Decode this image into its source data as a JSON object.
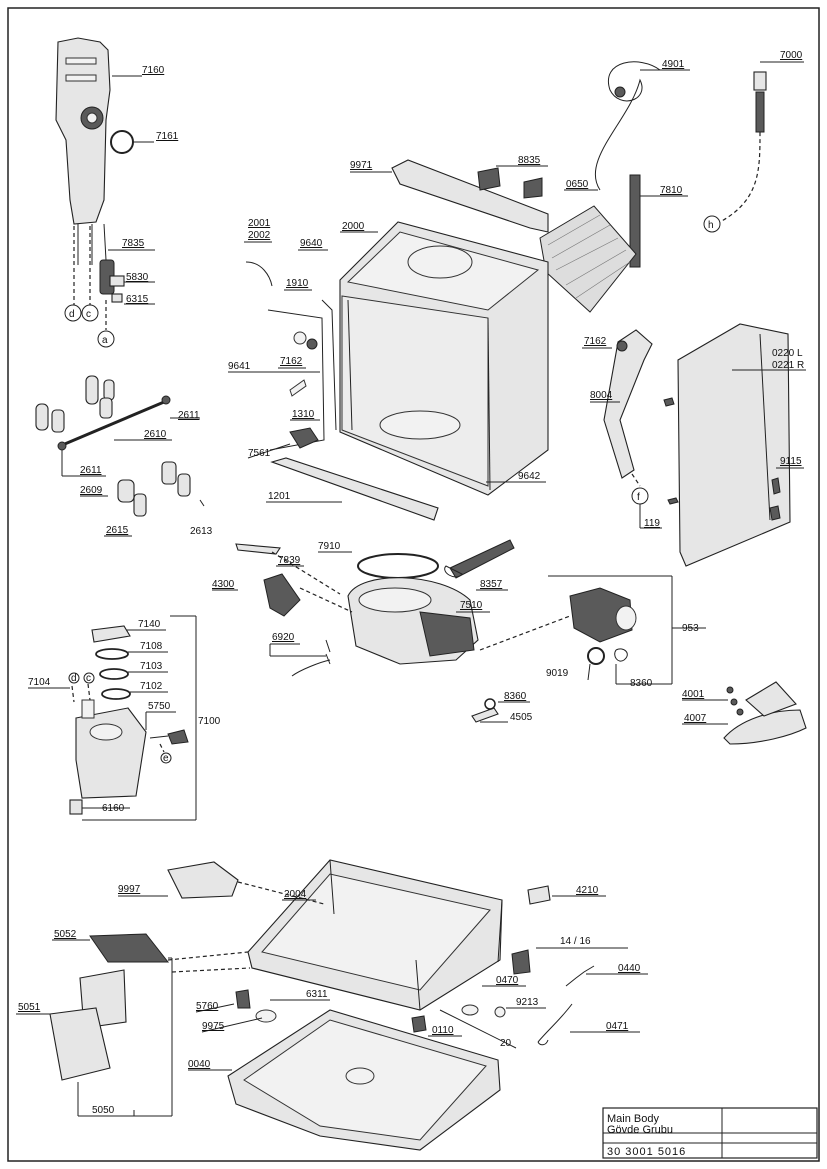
{
  "title_block": {
    "line1": "Main Body",
    "line2": "Gövde Grubu",
    "code": "30 3001 5016"
  },
  "parts": [
    {
      "id": "p7160",
      "text": "7160",
      "ul": true
    },
    {
      "id": "p7161",
      "text": "7161",
      "ul": true
    },
    {
      "id": "p7835",
      "text": "7835",
      "ul": true
    },
    {
      "id": "p5830",
      "text": "5830",
      "ul": true
    },
    {
      "id": "p6315",
      "text": "6315",
      "ul": true
    },
    {
      "id": "c_d1",
      "text": "d",
      "ul": false
    },
    {
      "id": "c_c1",
      "text": "c",
      "ul": false
    },
    {
      "id": "c_a1",
      "text": "a",
      "ul": false
    },
    {
      "id": "p4901",
      "text": "4901",
      "ul": true
    },
    {
      "id": "p7000",
      "text": "7000",
      "ul": true
    },
    {
      "id": "p7810",
      "text": "7810",
      "ul": true
    },
    {
      "id": "c_h",
      "text": "h",
      "ul": false
    },
    {
      "id": "p9971",
      "text": "9971",
      "ul": true
    },
    {
      "id": "p8835",
      "text": "8835",
      "ul": true
    },
    {
      "id": "p0650",
      "text": "0650",
      "ul": true
    },
    {
      "id": "p2000",
      "text": "2000",
      "ul": true
    },
    {
      "id": "p2001",
      "text": "2001",
      "ul": true
    },
    {
      "id": "p2002",
      "text": "2002",
      "ul": true
    },
    {
      "id": "p9640",
      "text": "9640",
      "ul": true
    },
    {
      "id": "p1910",
      "text": "1910",
      "ul": true
    },
    {
      "id": "p9641",
      "text": "9641",
      "ul": false
    },
    {
      "id": "p7162a",
      "text": "7162",
      "ul": true
    },
    {
      "id": "p1310",
      "text": "1310",
      "ul": true
    },
    {
      "id": "p7561",
      "text": "7561",
      "ul": false
    },
    {
      "id": "p1201",
      "text": "1201",
      "ul": false
    },
    {
      "id": "p9642",
      "text": "9642",
      "ul": false
    },
    {
      "id": "p7162b",
      "text": "7162",
      "ul": true
    },
    {
      "id": "p8004",
      "text": "8004",
      "ul": true
    },
    {
      "id": "p0220",
      "text": "0220 L",
      "ul": false
    },
    {
      "id": "p0221",
      "text": "0221 R",
      "ul": false
    },
    {
      "id": "p9115",
      "text": "9115",
      "ul": true
    },
    {
      "id": "c_f",
      "text": "f",
      "ul": false
    },
    {
      "id": "p119",
      "text": "119",
      "ul": true
    },
    {
      "id": "p2611a",
      "text": "2611",
      "ul": true
    },
    {
      "id": "p2610",
      "text": "2610",
      "ul": true
    },
    {
      "id": "p2611b",
      "text": "2611",
      "ul": true
    },
    {
      "id": "p2609",
      "text": "2609",
      "ul": true
    },
    {
      "id": "p2615",
      "text": "2615",
      "ul": true
    },
    {
      "id": "p2613",
      "text": "2613",
      "ul": false
    },
    {
      "id": "p7910",
      "text": "7910",
      "ul": false
    },
    {
      "id": "p7839",
      "text": "7839",
      "ul": true
    },
    {
      "id": "p8357",
      "text": "8357",
      "ul": true
    },
    {
      "id": "p4300",
      "text": "4300",
      "ul": true
    },
    {
      "id": "p7510",
      "text": "7510",
      "ul": true
    },
    {
      "id": "p953",
      "text": "953",
      "ul": false
    },
    {
      "id": "p6920",
      "text": "6920",
      "ul": true
    },
    {
      "id": "p9019",
      "text": "9019",
      "ul": false
    },
    {
      "id": "p8360a",
      "text": "8360",
      "ul": false
    },
    {
      "id": "p8360b",
      "text": "8360",
      "ul": true
    },
    {
      "id": "p4505",
      "text": "4505",
      "ul": false
    },
    {
      "id": "p4001",
      "text": "4001",
      "ul": true
    },
    {
      "id": "p4007",
      "text": "4007",
      "ul": true
    },
    {
      "id": "p7140",
      "text": "7140",
      "ul": false
    },
    {
      "id": "p7108",
      "text": "7108",
      "ul": false
    },
    {
      "id": "p7103",
      "text": "7103",
      "ul": false
    },
    {
      "id": "p7104",
      "text": "7104",
      "ul": false
    },
    {
      "id": "c_d2",
      "text": "d",
      "ul": false
    },
    {
      "id": "c_c2",
      "text": "c",
      "ul": false
    },
    {
      "id": "p7102",
      "text": "7102",
      "ul": false
    },
    {
      "id": "p5750",
      "text": "5750",
      "ul": false
    },
    {
      "id": "p7100",
      "text": "7100",
      "ul": false
    },
    {
      "id": "c_e",
      "text": "e",
      "ul": false
    },
    {
      "id": "p6160",
      "text": "6160",
      "ul": false
    },
    {
      "id": "p9997",
      "text": "9997",
      "ul": true
    },
    {
      "id": "p2004",
      "text": "2004",
      "ul": true
    },
    {
      "id": "p4210",
      "text": "4210",
      "ul": true
    },
    {
      "id": "p5052",
      "text": "5052",
      "ul": true
    },
    {
      "id": "p1416",
      "text": "14 / 16",
      "ul": false
    },
    {
      "id": "p0470",
      "text": "0470",
      "ul": true
    },
    {
      "id": "p0440",
      "text": "0440",
      "ul": true
    },
    {
      "id": "p9213",
      "text": "9213",
      "ul": false
    },
    {
      "id": "p5051",
      "text": "5051",
      "ul": true
    },
    {
      "id": "p5760",
      "text": "5760",
      "ul": true
    },
    {
      "id": "p6311",
      "text": "6311",
      "ul": false
    },
    {
      "id": "p0471",
      "text": "0471",
      "ul": true
    },
    {
      "id": "p9975",
      "text": "9975",
      "ul": true
    },
    {
      "id": "p0110",
      "text": "0110",
      "ul": true
    },
    {
      "id": "p20",
      "text": "20",
      "ul": false
    },
    {
      "id": "p0040",
      "text": "0040",
      "ul": true
    },
    {
      "id": "p5050",
      "text": "5050",
      "ul": false
    }
  ]
}
